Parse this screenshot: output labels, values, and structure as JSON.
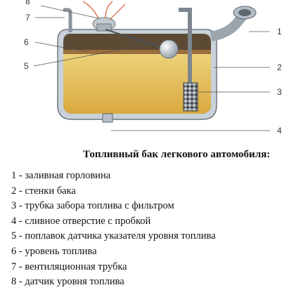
{
  "diagram": {
    "callouts": {
      "c1": "1",
      "c2": "2",
      "c3": "3",
      "c4": "4",
      "c5": "5",
      "c6": "6",
      "c7": "7",
      "c8": "8"
    },
    "colors": {
      "tank_wall": "#c9d2da",
      "fuel_top": "#9a6f3c",
      "fuel": "#e8c860",
      "fuel_deep": "#d9a93c",
      "air": "#5d4a35",
      "pipe": "#b7c0c8"
    }
  },
  "caption": "Топливный бак легкового автомобиля:",
  "legend": [
    "1 - заливная горловина",
    "2 - стенки бака",
    "3 - трубка забора топлива с фильтром",
    "4 - сливное отверстие с пробкой",
    "5 - поплавок датчика указателя уровня топлива",
    "6 - уровень топлива",
    "7 - вентиляционная трубка",
    "8 - датчик уровня топлива"
  ]
}
